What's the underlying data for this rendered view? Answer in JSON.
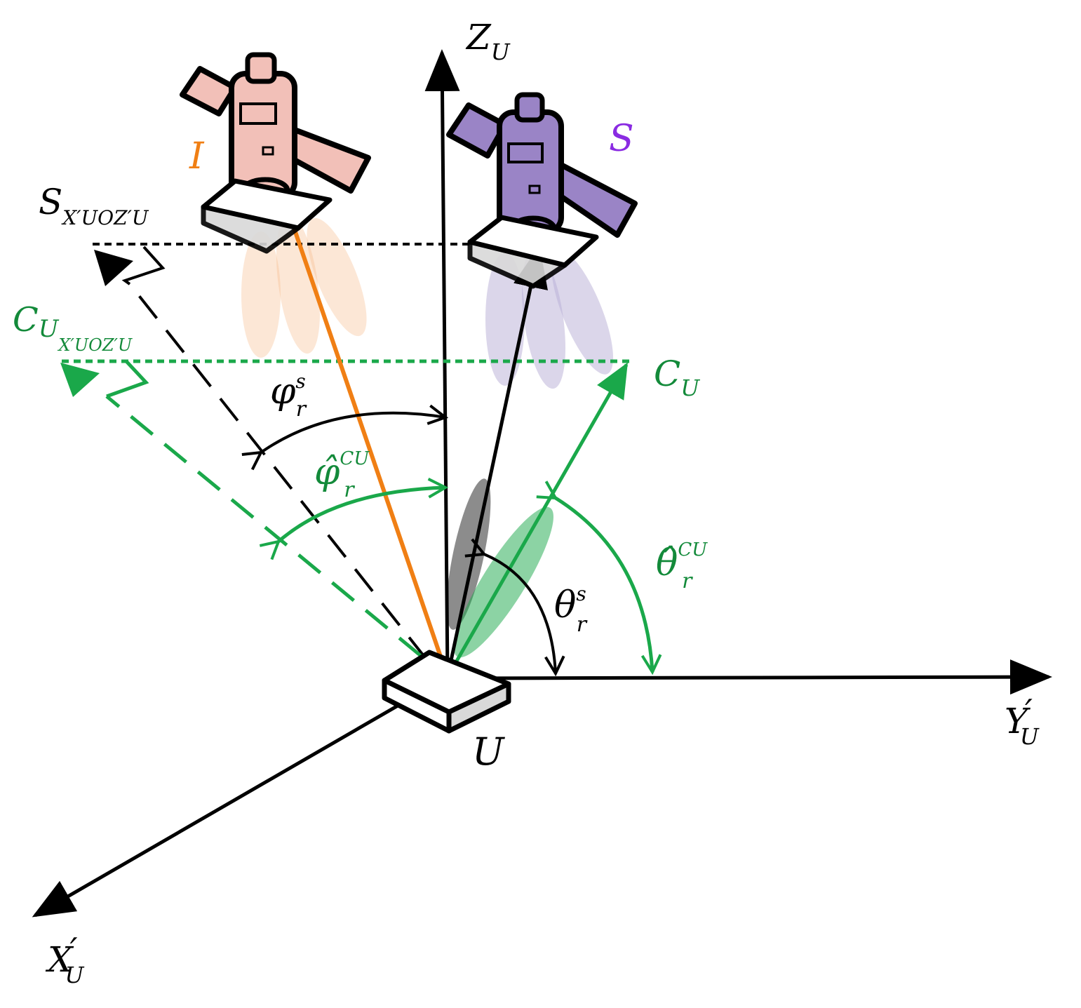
{
  "colors": {
    "black": "#000000",
    "green": "#1aa84a",
    "green_text": "#138a3a",
    "orange": "#f07f14",
    "interferer_text": "#f07f14",
    "satellite_text": "#8a2be2",
    "interferer_body": "#f2c0b8",
    "satellite_body": "#9a84c6"
  },
  "labels": {
    "z_axis": {
      "main": "Z",
      "sub": "U"
    },
    "y_axis": {
      "main": "Y",
      "prime": "′",
      "sub": "U"
    },
    "x_axis": {
      "main": "X",
      "prime": "′",
      "sub": "U"
    },
    "user": "U",
    "interferer": "I",
    "satellite": "S",
    "s_projection": {
      "main": "S",
      "sub": "X′UOZ′U"
    },
    "c_projection": {
      "main": "C",
      "sub1": "U",
      "sub2": "X′UOZ′U"
    },
    "c_u": {
      "main": "C",
      "sub": "U"
    },
    "phi_s": {
      "main": "φ",
      "sup": "s",
      "sub": "r"
    },
    "phi_hat": {
      "main": "φ̂",
      "sup": "CU",
      "sub": "r"
    },
    "theta_s": {
      "main": "θ",
      "sup": "s",
      "sub": "r"
    },
    "theta_hat": {
      "main": "θ̂",
      "sup": "CU",
      "sub": "r"
    }
  },
  "icons": [
    "interferer-satellite-icon",
    "target-satellite-icon",
    "user-terminal-icon"
  ]
}
